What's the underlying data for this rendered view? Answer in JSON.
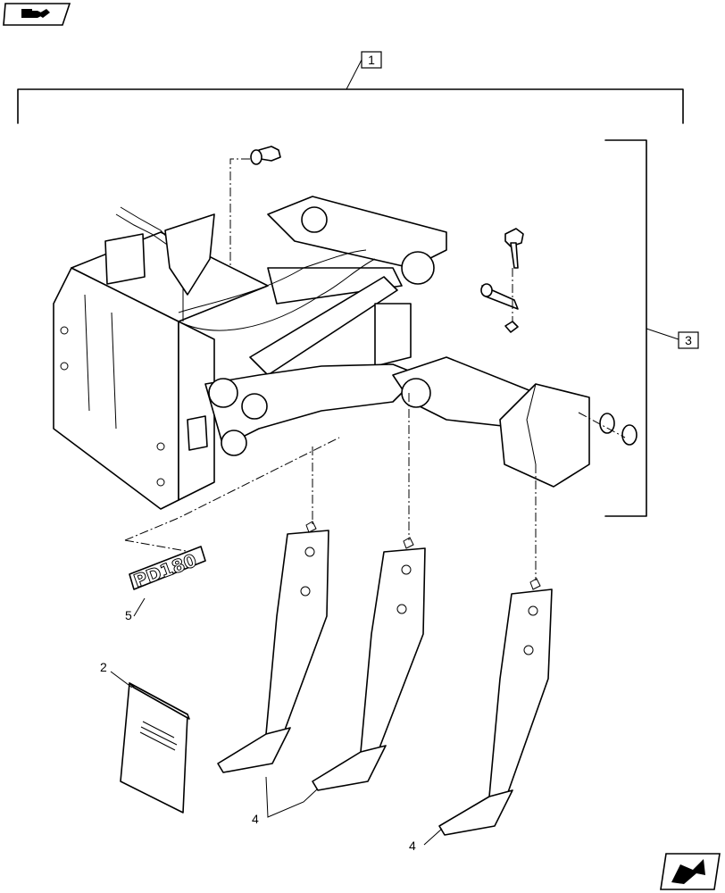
{
  "callouts": {
    "c1": "1",
    "c2": "2",
    "c3": "3",
    "c4a": "4",
    "c4b": "4",
    "c5": "5"
  },
  "decal_text": "PD180",
  "icons": {
    "top_left": "hand-pointer-icon",
    "bottom_right": "next-page-arrow-icon"
  }
}
